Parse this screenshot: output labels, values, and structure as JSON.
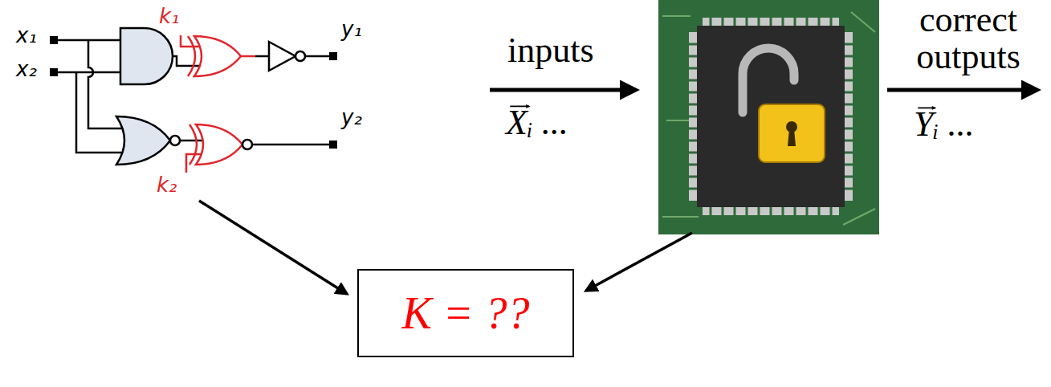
{
  "diagram": {
    "nodes": [
      {
        "text": [
          "K = ??"
        ]
      }
    ],
    "labels": [
      "x₁",
      "x₂",
      "k₁",
      "y₁",
      "y₂",
      "k₂",
      "inputs",
      "Xᵢ ...",
      "correct outputs",
      "Yᵢ ..."
    ]
  }
}
